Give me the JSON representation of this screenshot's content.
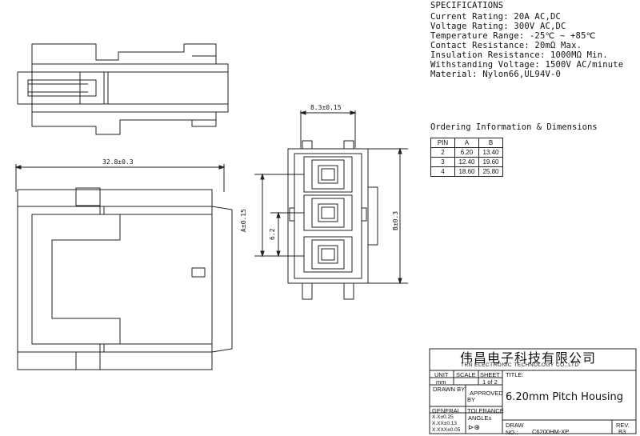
{
  "specs": {
    "title": "SPECIFICATIONS",
    "lines": [
      "Current Rating: 20A AC,DC",
      "Voltage Rating: 300V AC,DC",
      "Temperature Range: -25℃ ~ +85℃",
      "Contact Resistance: 20mΩ Max.",
      "Insulation Resistance: 1000MΩ Min.",
      "Withstanding Voltage: 1500V AC/minute",
      "Material: Nylon66,UL94V-0"
    ]
  },
  "ordering": {
    "title": "Ordering Information & Dimensions",
    "headers": [
      "PIN",
      "A",
      "B"
    ],
    "rows": [
      [
        "2",
        "6.20",
        "13.40"
      ],
      [
        "3",
        "12.40",
        "19.60"
      ],
      [
        "4",
        "18.60",
        "25.80"
      ]
    ]
  },
  "dimensions": {
    "top_width": "8.3±0.15",
    "side_length": "32.8±0.3",
    "dim_a": "A±0.15",
    "dim_b": "B±0.3",
    "pitch": "6.2"
  },
  "title_block": {
    "company_cn": "伟昌电子科技有限公司",
    "company_en": "TRN ELECTRONIC TECHNOLOGY CO.,LTD",
    "unit_label": "UNIT",
    "unit_value": "mm",
    "scale_label": "SCALE",
    "sheet_label": "SHEET",
    "sheet_value": "1 of 2",
    "title_label": "TITLE:",
    "drawn_by": "DRAWN BY",
    "approved_by_1": "APPROVED",
    "approved_by_2": "BY",
    "general": "GENERAL",
    "tolerance": "TOLERANCE",
    "tol_1": "X.X±0.25",
    "tol_2": "X.XX±0.13",
    "tol_3": "X.XXX±0.05",
    "angle": "ANGLE±",
    "part_title": "6.20mm Pitch Housing",
    "draw_label": "DRAW",
    "no_label": "NO.:",
    "draw_no": "C6200HM-XP",
    "rev_label": "REV.",
    "rev_value": "B3"
  }
}
